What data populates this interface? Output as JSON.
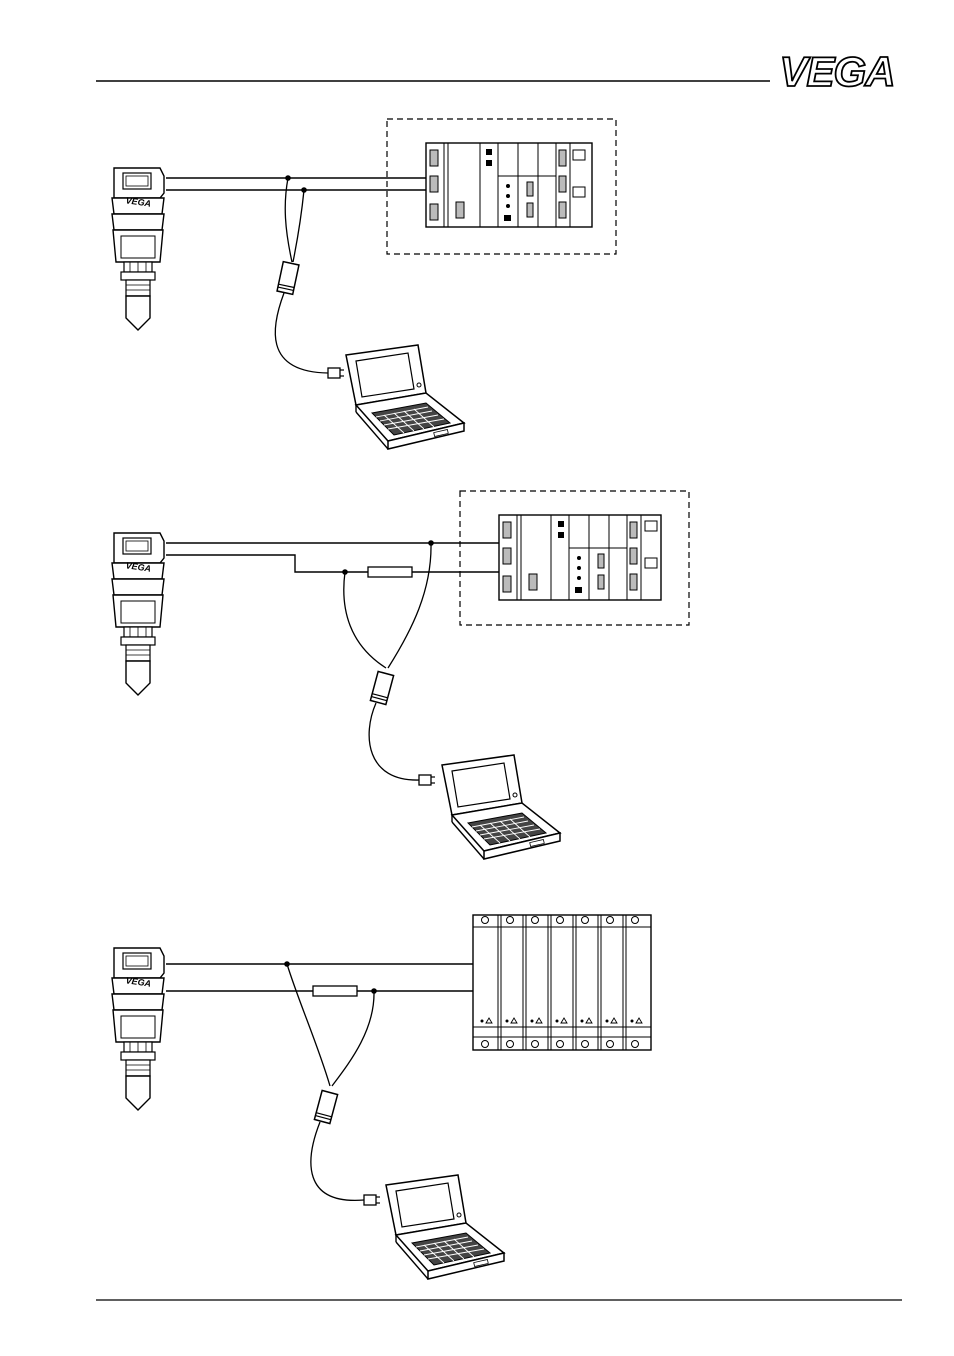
{
  "header": {
    "logo_text": "VEGA"
  },
  "diagrams": [
    {
      "id": "setup-1",
      "sensor_label": "VEGA",
      "controller": "plc"
    },
    {
      "id": "setup-2",
      "sensor_label": "VEGA",
      "controller": "plc"
    },
    {
      "id": "setup-3",
      "sensor_label": "VEGA",
      "controller": "module-rack"
    }
  ],
  "icons": {
    "sensor": "pressure-transmitter-icon",
    "adapter": "interface-adapter-icon",
    "laptop": "laptop-icon",
    "plc": "plc-rack-icon",
    "rack": "signal-conditioning-rack-icon",
    "resistor": "resistor-icon"
  },
  "colors": {
    "line": "#000000",
    "fill": "#ffffff",
    "shade": "#d9d9d9"
  }
}
